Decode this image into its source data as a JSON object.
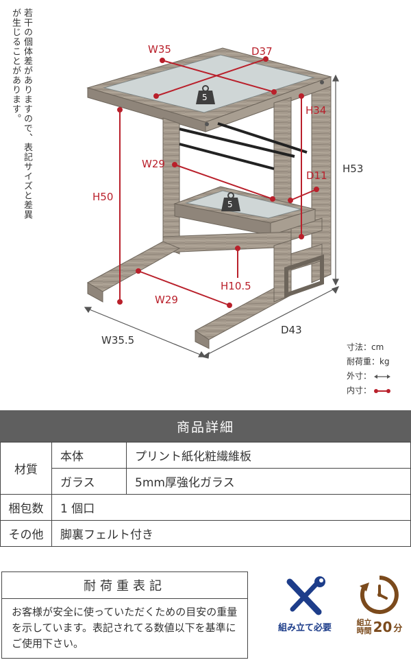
{
  "note": "若干の個体差がありますので、表記サイズと差異が生じることがあります。",
  "dimensions": {
    "top_width": "W35",
    "top_depth": "D37",
    "inner_height_upper": "H34",
    "rod_width": "W29",
    "shelf_depth": "D11",
    "leg_height": "H50",
    "total_height": "H53",
    "shelf_height": "H10.5",
    "base_width": "W29",
    "outer_width": "W35.5",
    "outer_depth": "D43",
    "load_top": "5",
    "load_shelf": "5"
  },
  "legend": {
    "unit": "寸法：cm",
    "load": "耐荷重：kg",
    "outer": "外寸：",
    "inner": "内寸："
  },
  "spec": {
    "title": "商品詳細",
    "material_label": "材質",
    "body_label": "本体",
    "body_value": "プリント紙化粧繊維板",
    "glass_label": "ガラス",
    "glass_value": "5mm厚強化ガラス",
    "package_label": "梱包数",
    "package_value": "1 個口",
    "other_label": "その他",
    "other_value": "脚裏フェルト付き"
  },
  "weight_box": {
    "title": "耐荷重表記",
    "body": "お客様が安全に使っていただくための目安の重量を示しています。表記されてる数値以下を基準にご使用下さい。"
  },
  "assembly": {
    "label": "組み立て必要",
    "time_label_top": "組立",
    "time_label_bottom": "時間",
    "time_value": "20",
    "time_unit": "分"
  },
  "colors": {
    "inner_dim": "#b9202b",
    "wood": "#9c9184",
    "header": "#5f5f5f",
    "assembly_icon": "#1d3d8a",
    "time_icon": "#7b4a1c"
  }
}
